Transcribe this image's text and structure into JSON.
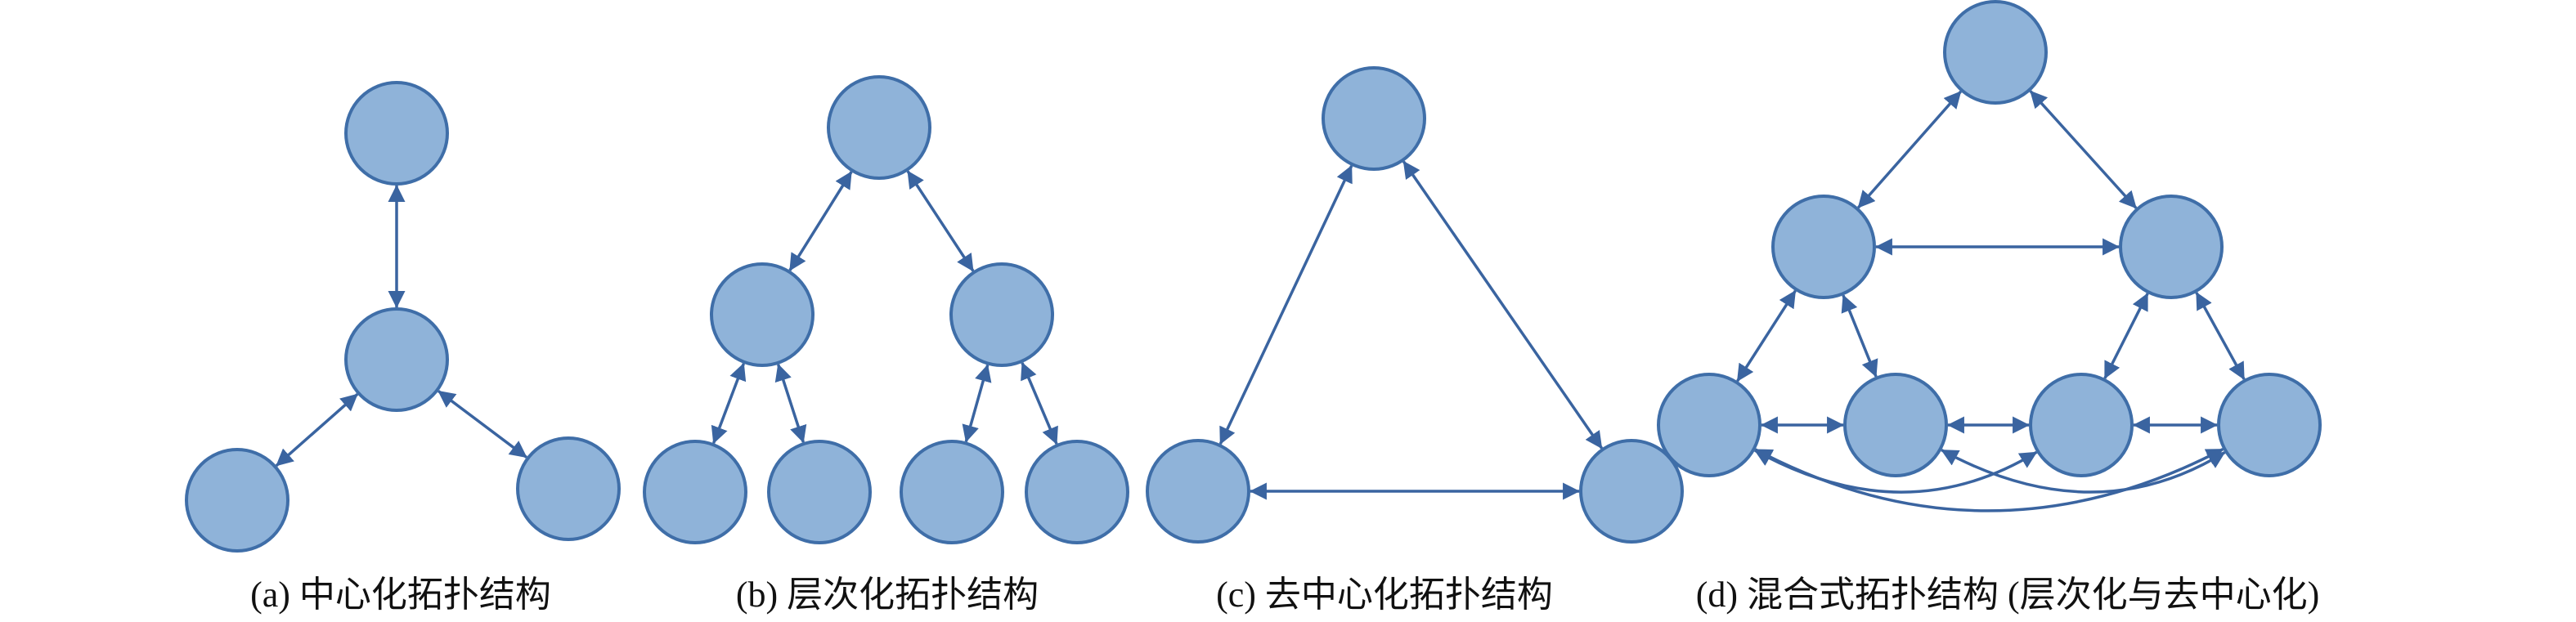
{
  "diagram": {
    "captions": {
      "a": "(a)  中心化拓扑结构",
      "b": "(b)  层次化拓扑结构",
      "c": "(c)  去中心化拓扑结构",
      "d": "(d)  混合式拓扑结构 (层次化与去中心化)"
    },
    "colors": {
      "node_fill": "#8fb3d9",
      "node_stroke": "#3f6ea8",
      "edge": "#3a64a0"
    },
    "panels": [
      {
        "id": "a",
        "node_count": 4,
        "edges": [
          [
            0,
            1
          ],
          [
            1,
            2
          ],
          [
            1,
            3
          ]
        ]
      },
      {
        "id": "b",
        "node_count": 7,
        "edges": [
          [
            0,
            1
          ],
          [
            0,
            2
          ],
          [
            1,
            3
          ],
          [
            1,
            4
          ],
          [
            2,
            5
          ],
          [
            2,
            6
          ]
        ]
      },
      {
        "id": "c",
        "node_count": 3,
        "edges": [
          [
            0,
            1
          ],
          [
            0,
            2
          ],
          [
            1,
            2
          ]
        ]
      },
      {
        "id": "d",
        "node_count": 7,
        "edges": [
          [
            0,
            1
          ],
          [
            0,
            2
          ],
          [
            1,
            2
          ],
          [
            1,
            3
          ],
          [
            1,
            4
          ],
          [
            2,
            5
          ],
          [
            2,
            6
          ],
          [
            3,
            4
          ],
          [
            4,
            5
          ],
          [
            5,
            6
          ],
          [
            3,
            5
          ],
          [
            3,
            6
          ],
          [
            4,
            6
          ]
        ]
      }
    ]
  }
}
